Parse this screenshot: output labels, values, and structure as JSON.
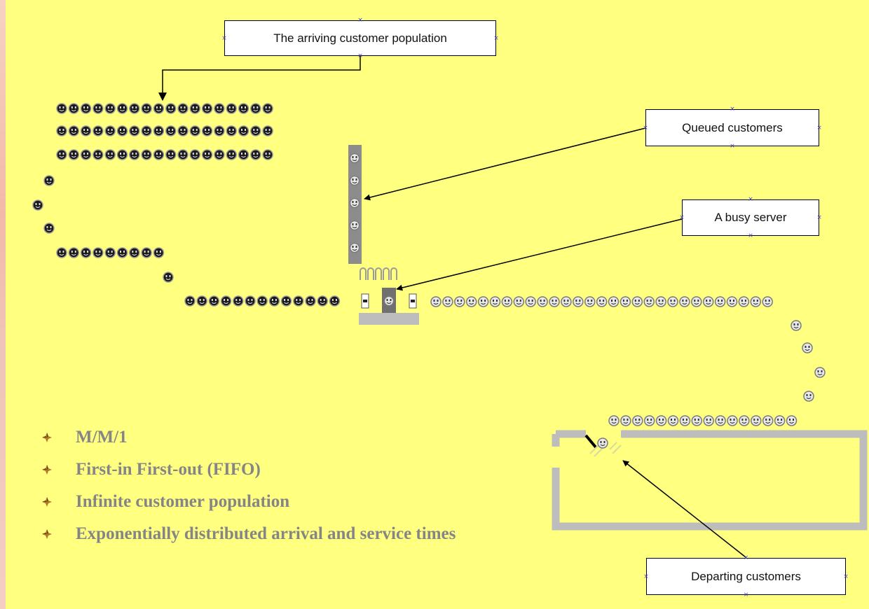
{
  "labels": {
    "arriving": "The arriving customer population",
    "queued": "Queued customers",
    "server": "A busy server",
    "departing": "Departing customers"
  },
  "bullets": [
    "M/M/1",
    "First-in First-out (FIFO)",
    "Infinite customer population",
    "Exponentially distributed arrival and service times"
  ],
  "colors": {
    "background": "#ffff80",
    "text_gray": "#858585",
    "structure_gray": "#bdbdbd",
    "handle_blue": "#3d3ddc"
  },
  "icons": {
    "bullet": "four-point-star-icon",
    "waiting_customer": "dark-smiley-icon",
    "served_customer": "light-smiley-icon",
    "turnstile": "turnstile-icon"
  }
}
